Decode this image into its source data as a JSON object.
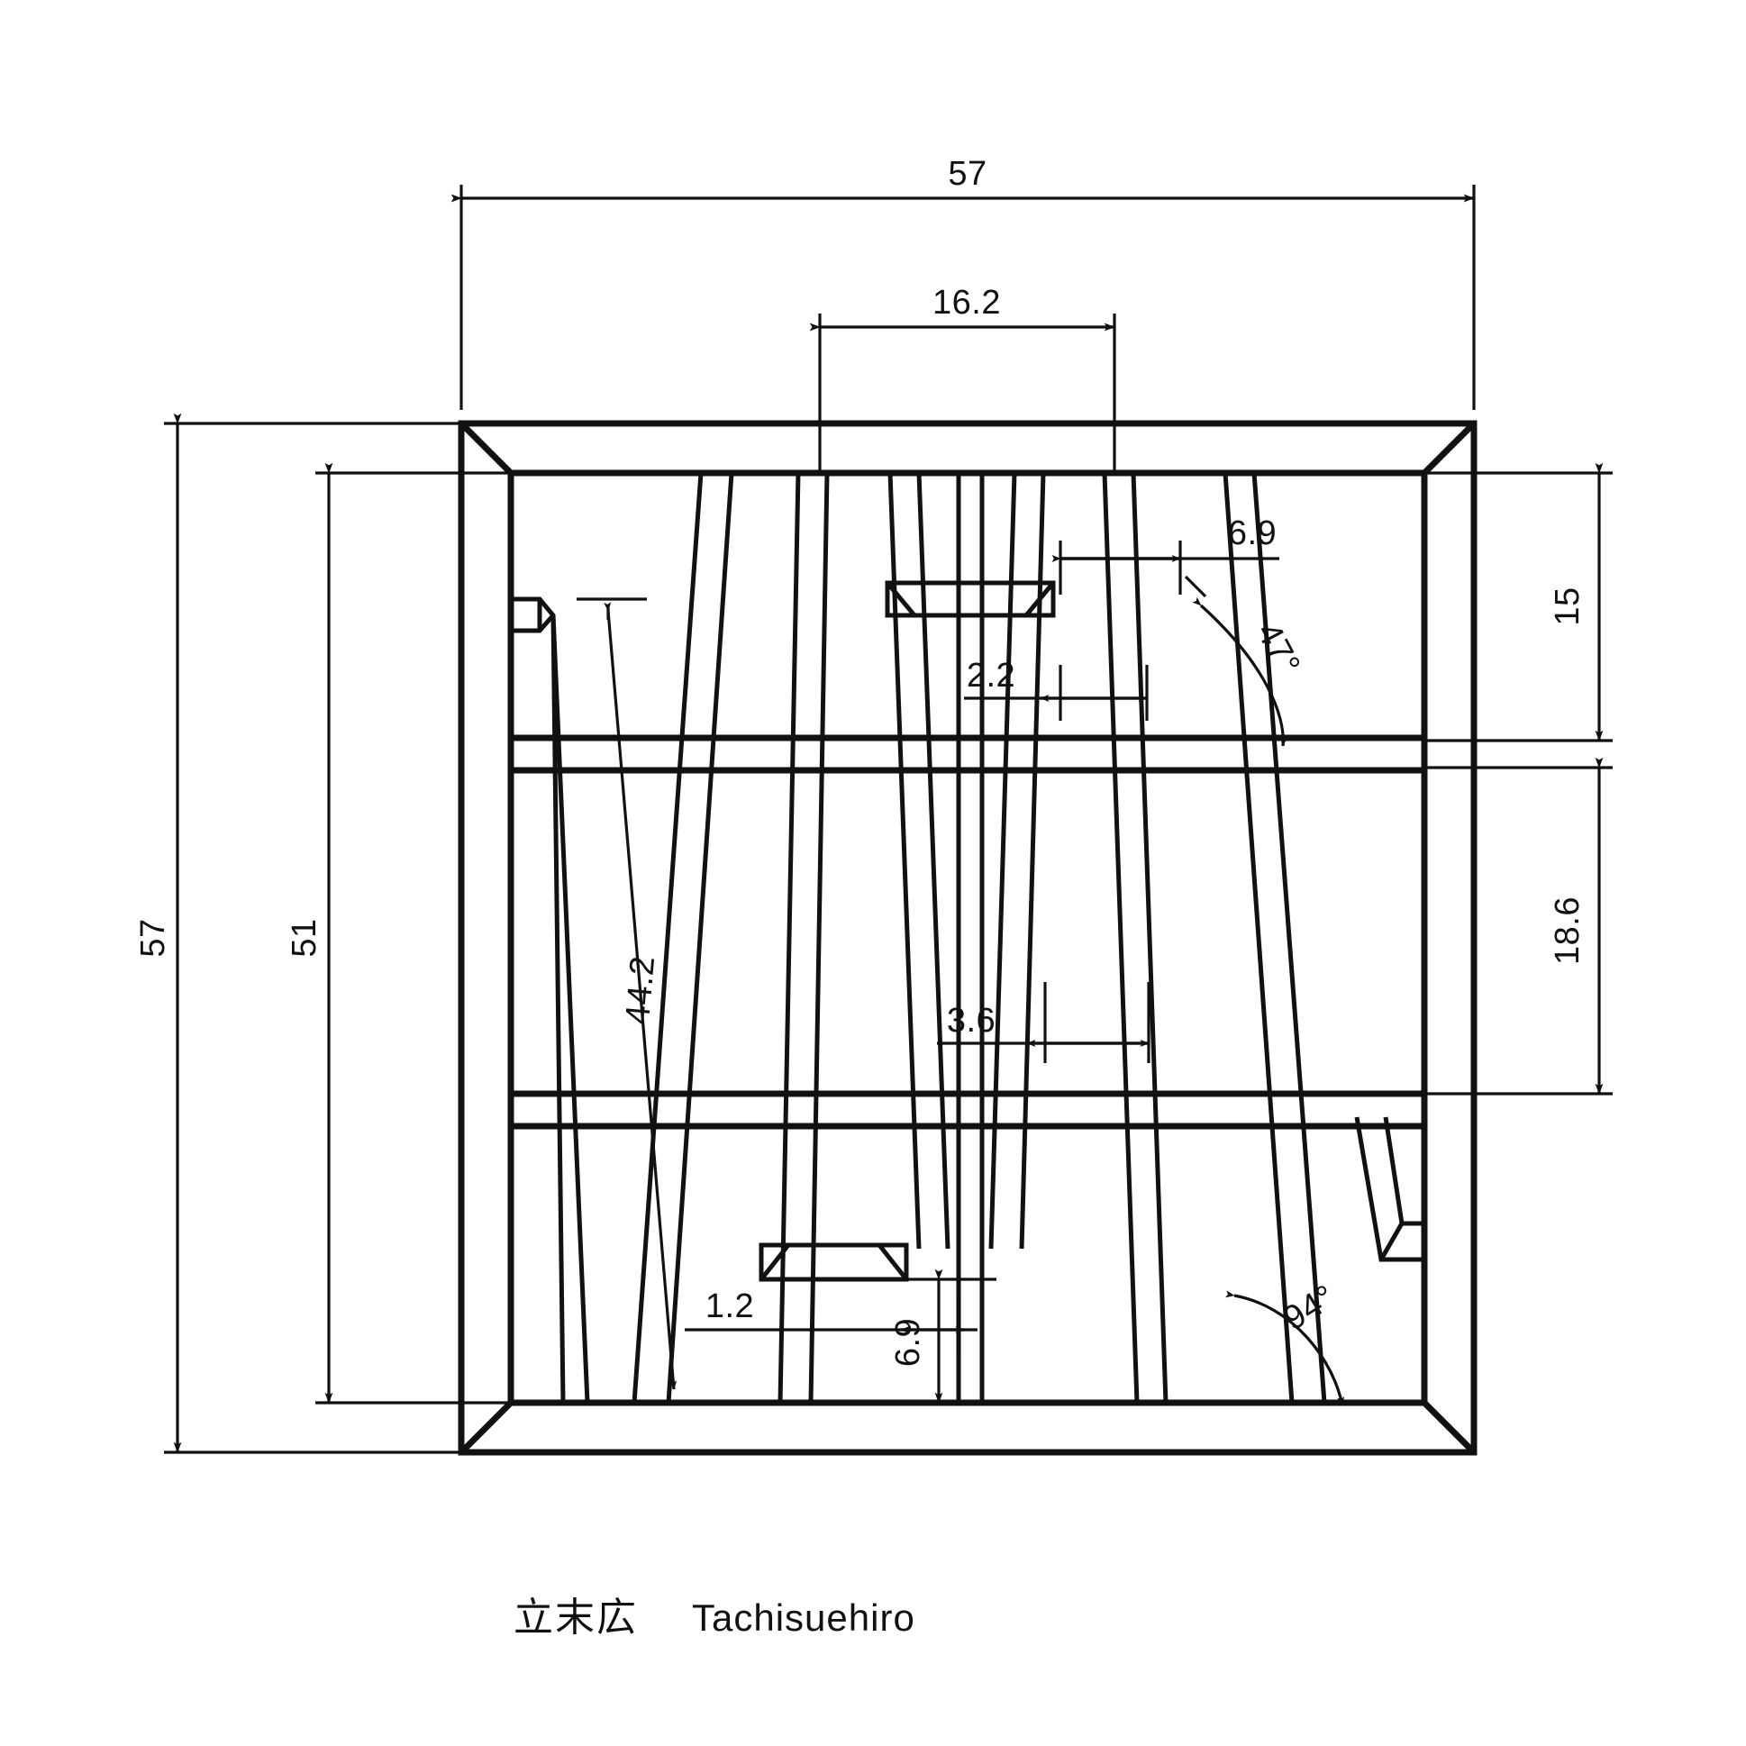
{
  "drawing": {
    "kind": "technical-drawing",
    "title_jp": "立末広",
    "title_en": "Tachisuehiro",
    "units": "mm",
    "line_color": "#111111",
    "background": "#ffffff"
  },
  "dimensions": {
    "overall_width": "57",
    "overall_height": "57",
    "inner_height": "51",
    "top_span": "16.2",
    "upper_band": "15",
    "middle_band": "18.6",
    "center_cap_width": "6.9",
    "center_post_inner": "2.2",
    "mid_slat_gap": "3.6",
    "bottom_post_width": "1.2",
    "bottom_cap_height": "6.9",
    "diagonal_length": "44.2",
    "angle_upper": "47°",
    "angle_lower": "94°"
  },
  "labels": [
    {
      "id": "width-57",
      "text": "57",
      "orientation": "horizontal"
    },
    {
      "id": "span-16-2",
      "text": "16.2",
      "orientation": "horizontal"
    },
    {
      "id": "cap-6-9",
      "text": "6.9",
      "orientation": "horizontal"
    },
    {
      "id": "post-2-2",
      "text": "2.2",
      "orientation": "horizontal"
    },
    {
      "id": "gap-3-6",
      "text": "3.6",
      "orientation": "horizontal"
    },
    {
      "id": "post-1-2",
      "text": "1.2",
      "orientation": "horizontal"
    },
    {
      "id": "height-57",
      "text": "57",
      "orientation": "vertical"
    },
    {
      "id": "height-51",
      "text": "51",
      "orientation": "vertical"
    },
    {
      "id": "band-15",
      "text": "15",
      "orientation": "vertical"
    },
    {
      "id": "band-18-6",
      "text": "18.6",
      "orientation": "vertical"
    },
    {
      "id": "diag-44-2",
      "text": "44.2",
      "orientation": "rotated"
    },
    {
      "id": "capH-6-9",
      "text": "6.9",
      "orientation": "vertical"
    },
    {
      "id": "angle-47",
      "text": "47°",
      "orientation": "rotated"
    },
    {
      "id": "angle-94",
      "text": "94°",
      "orientation": "rotated"
    }
  ],
  "title_block": {
    "japanese": "立末広",
    "romaji": "Tachisuehiro"
  }
}
